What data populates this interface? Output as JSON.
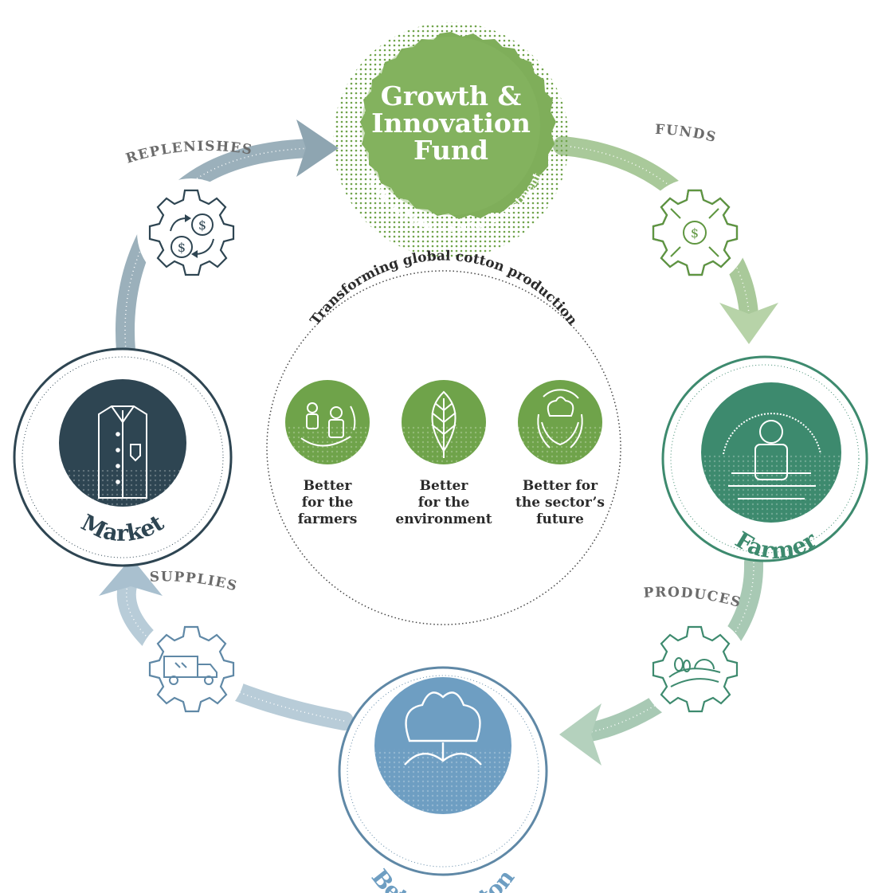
{
  "hub": {
    "title_lines": [
      "Growth &",
      "Innovation",
      "Fund"
    ],
    "arc_text": "Public & Private Sector Investment"
  },
  "flow_labels": {
    "replenishes": "REPLENISHES",
    "funds": "FUNDS",
    "produces": "PRODUCES",
    "supplies": "SUPPLIES"
  },
  "nodes": {
    "market": "Market",
    "farmer": "Farmer",
    "better_cotton": "Better Cotton"
  },
  "center": {
    "arc_title": "Transforming global cotton production",
    "benefits": [
      {
        "icon": "farmers-cycle-icon",
        "lines": [
          "Better",
          "for the",
          "farmers"
        ]
      },
      {
        "icon": "leaf-icon",
        "lines": [
          "Better",
          "for the",
          "environment"
        ]
      },
      {
        "icon": "hands-cotton-icon",
        "lines": [
          "Better for",
          "the sector’s",
          "future"
        ]
      }
    ]
  },
  "colors": {
    "green": "#7fae5a",
    "dark_green": "#5f9640",
    "teal": "#3d8a6e",
    "slate": "#7f97a3",
    "navy": "#2e4552",
    "blue": "#6e9ec2",
    "light_blue": "#a9c3d4"
  }
}
